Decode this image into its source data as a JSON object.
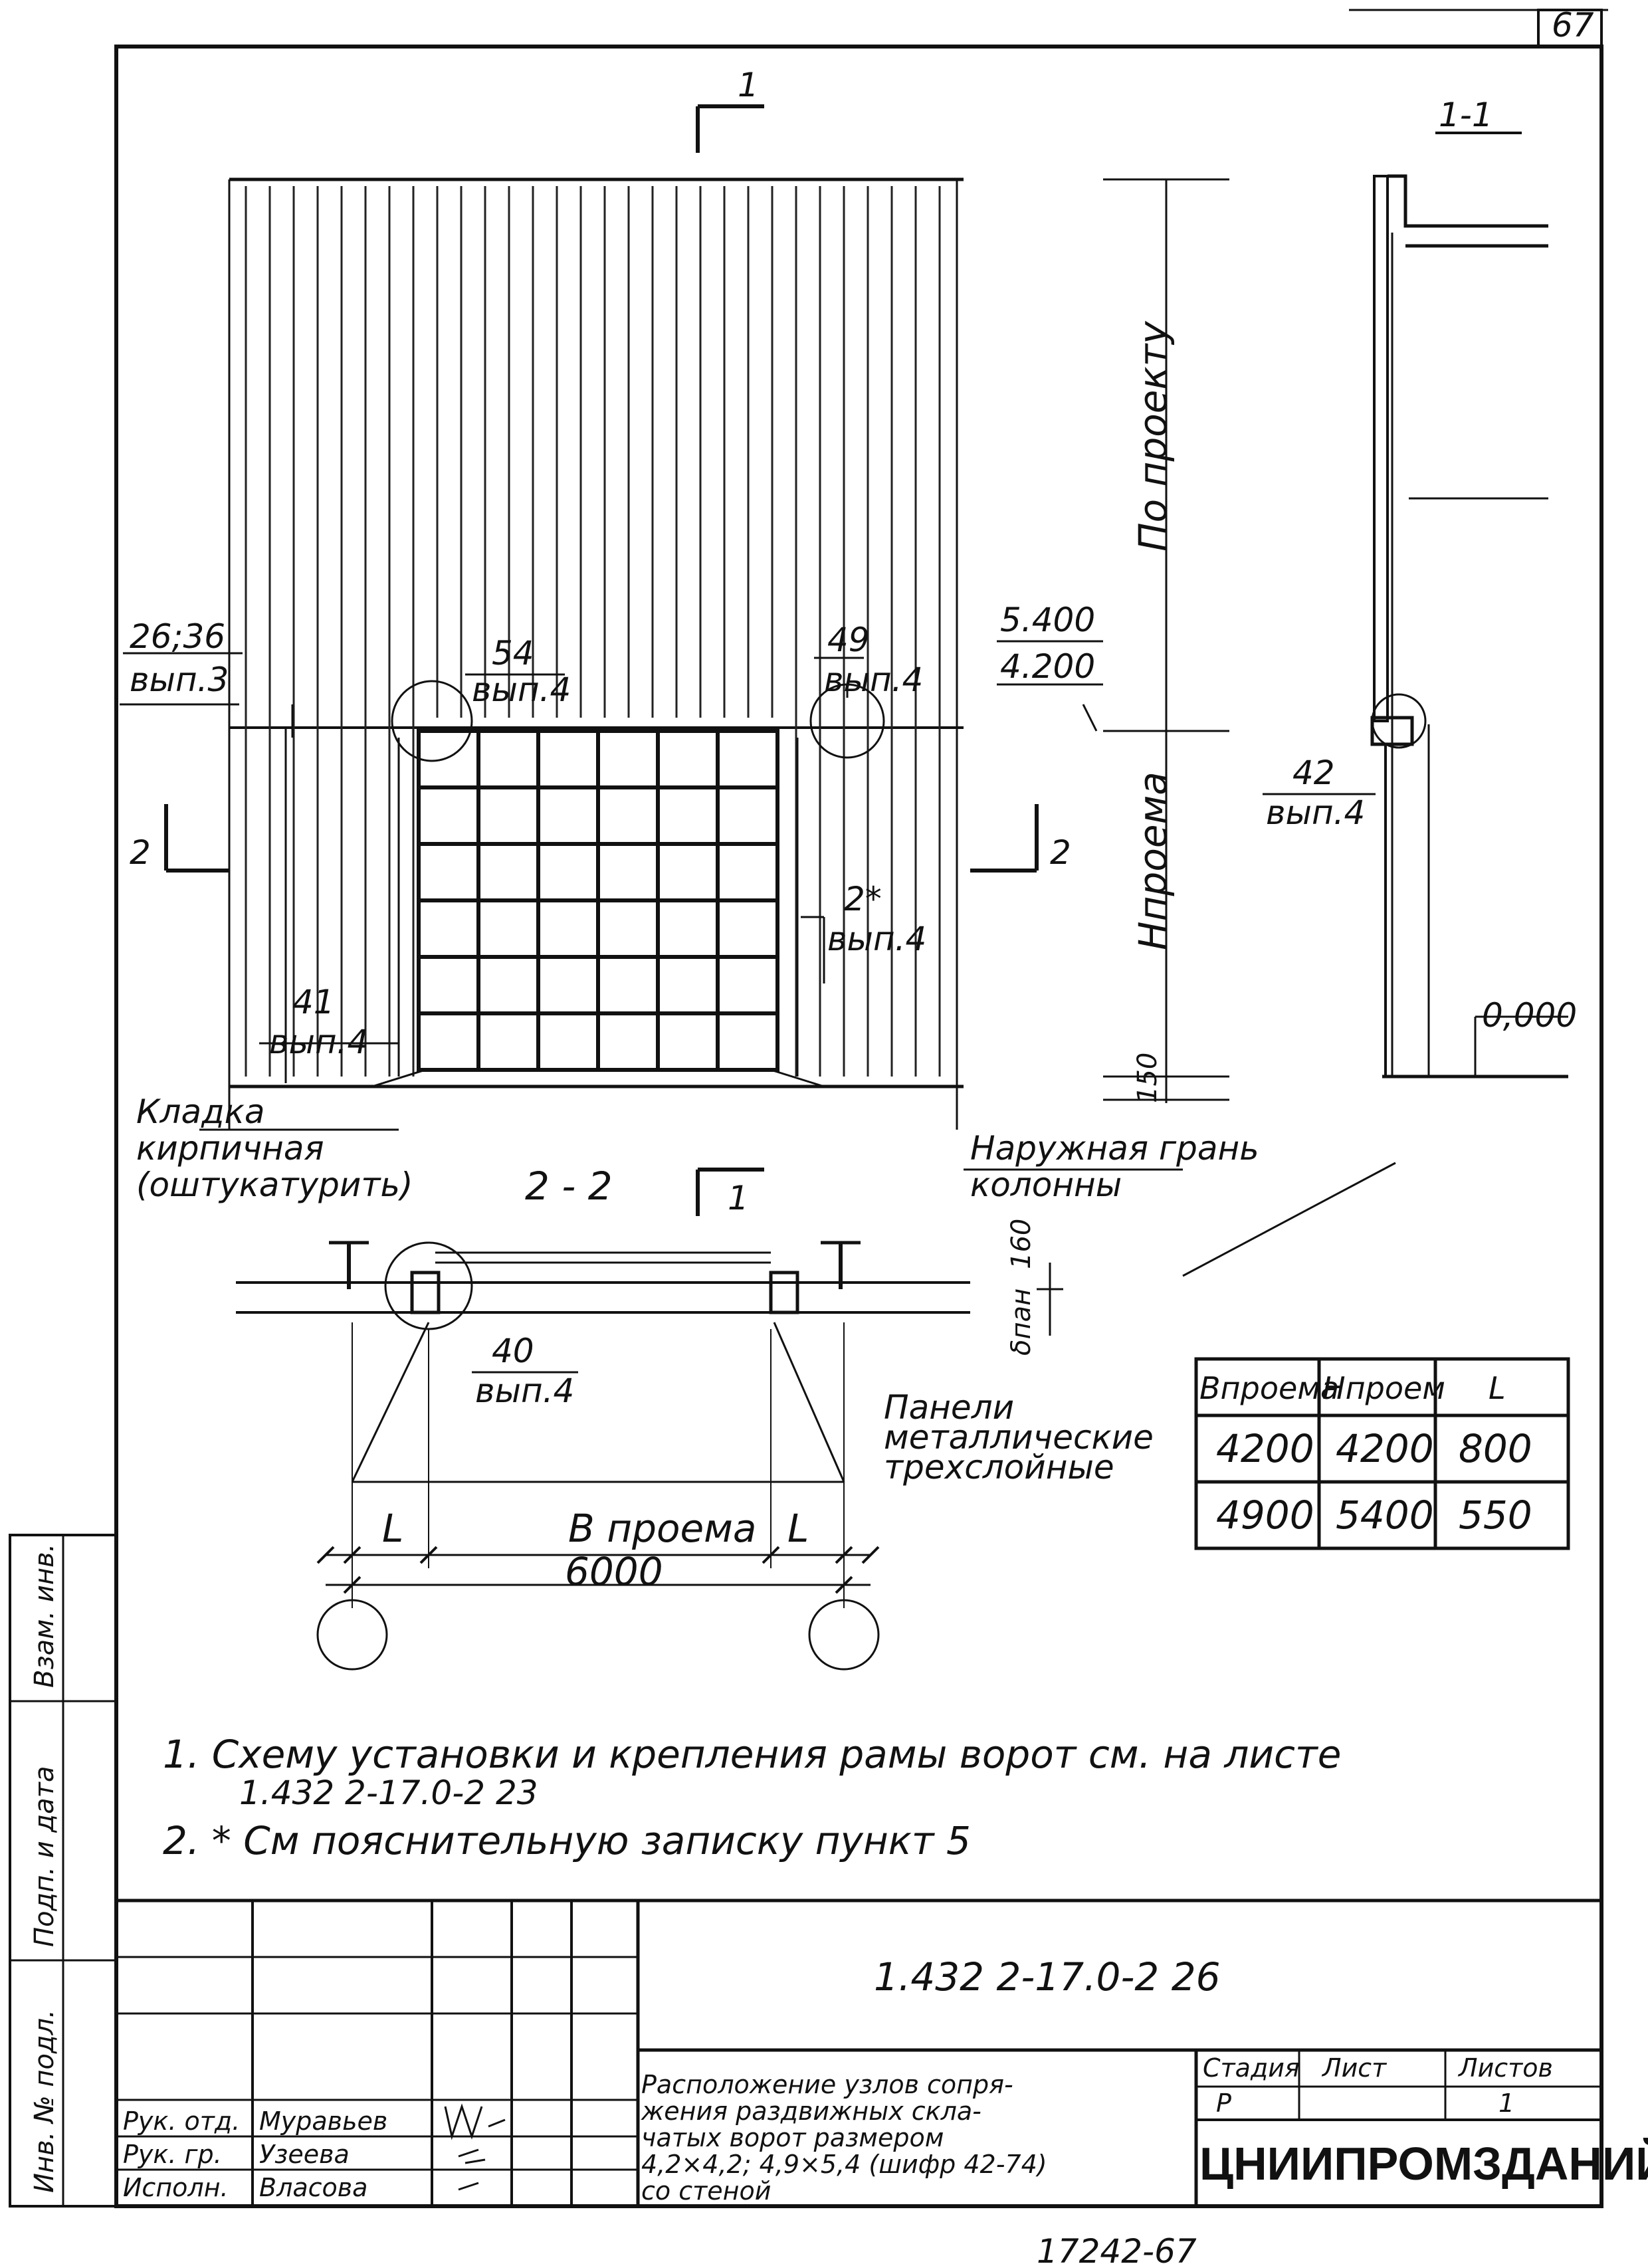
{
  "sheet": {
    "page_number": "67",
    "designation": "1.432 2-17.0-2 26",
    "archive_number": "17242-67",
    "organization": "ЦНИИПРОМЗДАНИЙ"
  },
  "sections": {
    "cut_1_top": "1",
    "cut_1_bottom": "1",
    "cut_2_left": "2",
    "cut_2_right": "2",
    "section_1_1_title": "1-1",
    "section_2_2_title": "2 - 2"
  },
  "callouts": [
    {
      "num": "26;36",
      "sheet": "вып.3"
    },
    {
      "num": "54",
      "sheet": "вып.4"
    },
    {
      "num": "49",
      "sheet": "вып.4"
    },
    {
      "num": "2*",
      "sheet": "вып.4"
    },
    {
      "num": "41",
      "sheet": "вып.4"
    },
    {
      "num": "42",
      "sheet": "вып.4"
    },
    {
      "num": "40",
      "sheet": "вып.4"
    }
  ],
  "levels": {
    "top_level_a": "5.400",
    "top_level_b": "4.200",
    "floor_level": "0,000"
  },
  "dims": {
    "po_proektu": "По проекту",
    "h_proema": "Нпроема",
    "dim_150": "150",
    "dim_160": "160",
    "b_proema": "В проема",
    "span": "6000",
    "l_left": "L",
    "l_right": "L",
    "delta": "δпан"
  },
  "labels": {
    "masonry": [
      "Кладка",
      "кирпичная",
      "(оштукатурить)"
    ],
    "outer_face": [
      "Наружная грань",
      "колонны"
    ],
    "panels": [
      "Панели",
      "металлические",
      "трехслойные"
    ]
  },
  "table": {
    "headers": [
      "Впроема",
      "Нпроем",
      "L"
    ],
    "rows": [
      [
        "4200",
        "4200",
        "800"
      ],
      [
        "4900",
        "5400",
        "550"
      ]
    ]
  },
  "notes": [
    "1. Схему установки и крепления рамы ворот см. на листе",
    "1.432 2-17.0-2 23",
    "2. * См пояснительную записку пункт 5"
  ],
  "side_stamp": [
    "Взам. инв.",
    "Подп. и дата",
    "Инв. № подл."
  ],
  "title_block": {
    "description": [
      "Расположение узлов сопря-",
      "жения раздвижных скла-",
      "чатых ворот размером",
      "4,2×4,2; 4,9×5,4 (шифр 42-74)",
      "со стеной"
    ],
    "stage_header": "Стадия",
    "sheet_header": "Лист",
    "sheets_header": "Листов",
    "stage": "Р",
    "sheets": "1",
    "roles": [
      {
        "role": "Рук. отд.",
        "name": "Муравьев"
      },
      {
        "role": "Рук. гр.",
        "name": "Узеева"
      },
      {
        "role": "Исполн.",
        "name": "Власова"
      }
    ]
  }
}
